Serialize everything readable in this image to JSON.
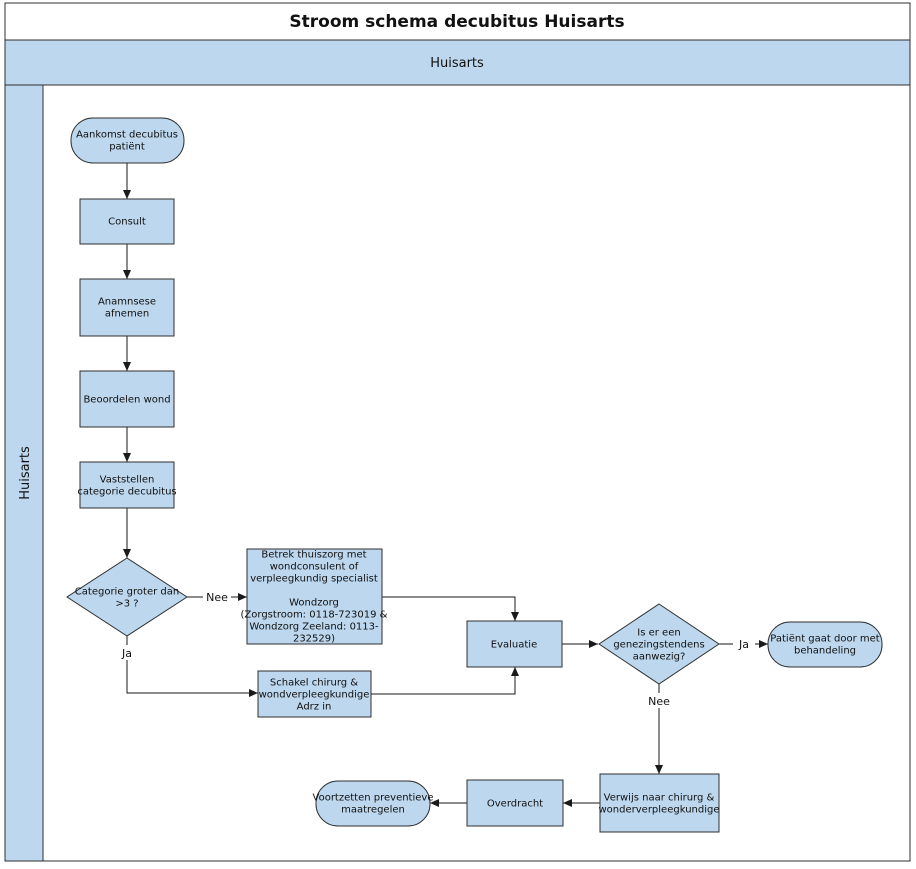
{
  "title": "Stroom schema decubitus Huisarts",
  "pool_label": "Huisarts",
  "lane_label": "Huisarts",
  "colors": {
    "node_fill": "#bdd7ee",
    "node_stroke": "#2f2f2f",
    "header_fill": "#bdd7ee",
    "line": "#1a1a1a",
    "text": "#111111"
  },
  "nodes": {
    "start": [
      "Aankomst decubitus",
      "patiënt"
    ],
    "consult": [
      "Consult"
    ],
    "anamnese": [
      "Anamnsese",
      "afnemen"
    ],
    "beoordelen": [
      "Beoordelen wond"
    ],
    "vaststellen": [
      "Vaststellen",
      "categorie decubitus"
    ],
    "decision_categorie": [
      "Categorie groter dan",
      ">3 ?"
    ],
    "betrek": [
      "Betrek thuiszorg met",
      "wondconsulent of",
      "verpleegkundig specialist",
      "",
      "Wondzorg",
      "(Zorgstroom: 0118-723019 &",
      "Wondzorg Zeeland: 0113-",
      "232529)"
    ],
    "schakel": [
      "Schakel chirurg &",
      "wondverpleegkundige",
      "Adrz in"
    ],
    "evaluatie": [
      "Evaluatie"
    ],
    "decision_genezing": [
      "Is er een",
      "genezingstendens",
      "aanwezig?"
    ],
    "end_behandeling": [
      "Patiënt gaat door met",
      "behandeling"
    ],
    "verwijs": [
      "Verwijs naar chirurg &",
      "wonderverpleegkundige"
    ],
    "overdracht": [
      "Overdracht"
    ],
    "end_voortzetten": [
      "Voortzetten preventieve",
      "maatregelen"
    ]
  },
  "edge_labels": {
    "categorie_nee": "Nee",
    "categorie_ja": "Ja",
    "genezing_ja": "Ja",
    "genezing_nee": "Nee"
  }
}
